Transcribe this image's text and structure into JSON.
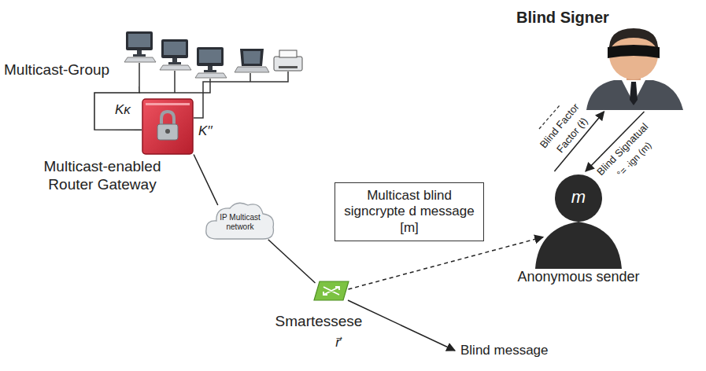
{
  "diagram": {
    "nodes": [
      {
        "text": [
          "Blind Signer"
        ]
      },
      {
        "text": [
          "Multicast-Group"
        ]
      },
      {
        "text": [
          "Multicast-enabled Router Gateway"
        ]
      },
      {
        "text": [
          "IP Multicast network"
        ]
      },
      {
        "text": [
          "Multicast blind signcrypte d message [m]"
        ]
      },
      {
        "text": [
          "m",
          "Anonymous sender"
        ]
      },
      {
        "text": [
          "Smartessese"
        ]
      }
    ],
    "edges": [
      {
        "from": 5,
        "to": 0,
        "arrow": "to",
        "label": "Factor (ɫ)"
      },
      {
        "from": 0,
        "to": 5,
        "arrow": "to",
        "label": "Blind Signatual"
      },
      {
        "from": 1,
        "to": 2,
        "arrow": "none"
      },
      {
        "from": 2,
        "to": 3,
        "arrow": "none"
      },
      {
        "from": 3,
        "to": 6,
        "arrow": "none"
      },
      {
        "from": 6,
        "to": 5,
        "arrow": "to"
      }
    ],
    "labels": [
      "Blind Factor",
      "°= ·ign (m)",
      "Kκ",
      "K′′",
      "r⃗",
      "Blind message"
    ]
  }
}
